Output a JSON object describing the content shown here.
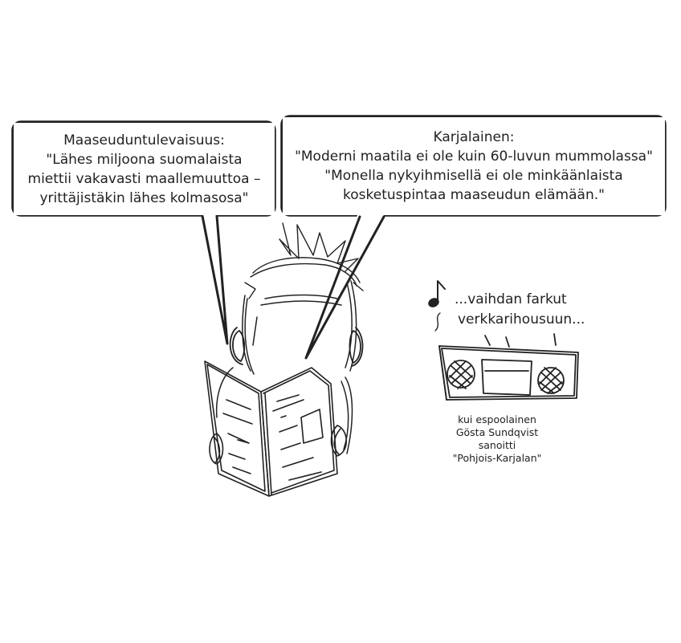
{
  "speech_left": {
    "speaker": "Maaseuduntulevaisuus:",
    "line1": "\"Lähes miljoona suomalaista",
    "line2": "miettii vakavasti maallemuuttoa –",
    "line3": "yrittäjistäkin lähes kolmasosa\""
  },
  "speech_right": {
    "speaker": "Karjalainen:",
    "line1": "\"Moderni maatila ei ole kuin 60-luvun mummolassa\"",
    "line2": "\"Monella nykyihmisellä ei ole minkäänlaista",
    "line3": "kosketuspintaa maaseudun elämään.\""
  },
  "song": {
    "line1": "...vaihdan farkut",
    "line2": "verkkarihousuun..."
  },
  "caption": {
    "line1": "kui espoolainen",
    "line2": "Gösta Sundqvist",
    "line3": "sanoitti",
    "line4": "\"Pohjois-Karjalan\""
  },
  "icons": [
    "music-note-icon",
    "radio-icon",
    "newspaper-icon"
  ]
}
